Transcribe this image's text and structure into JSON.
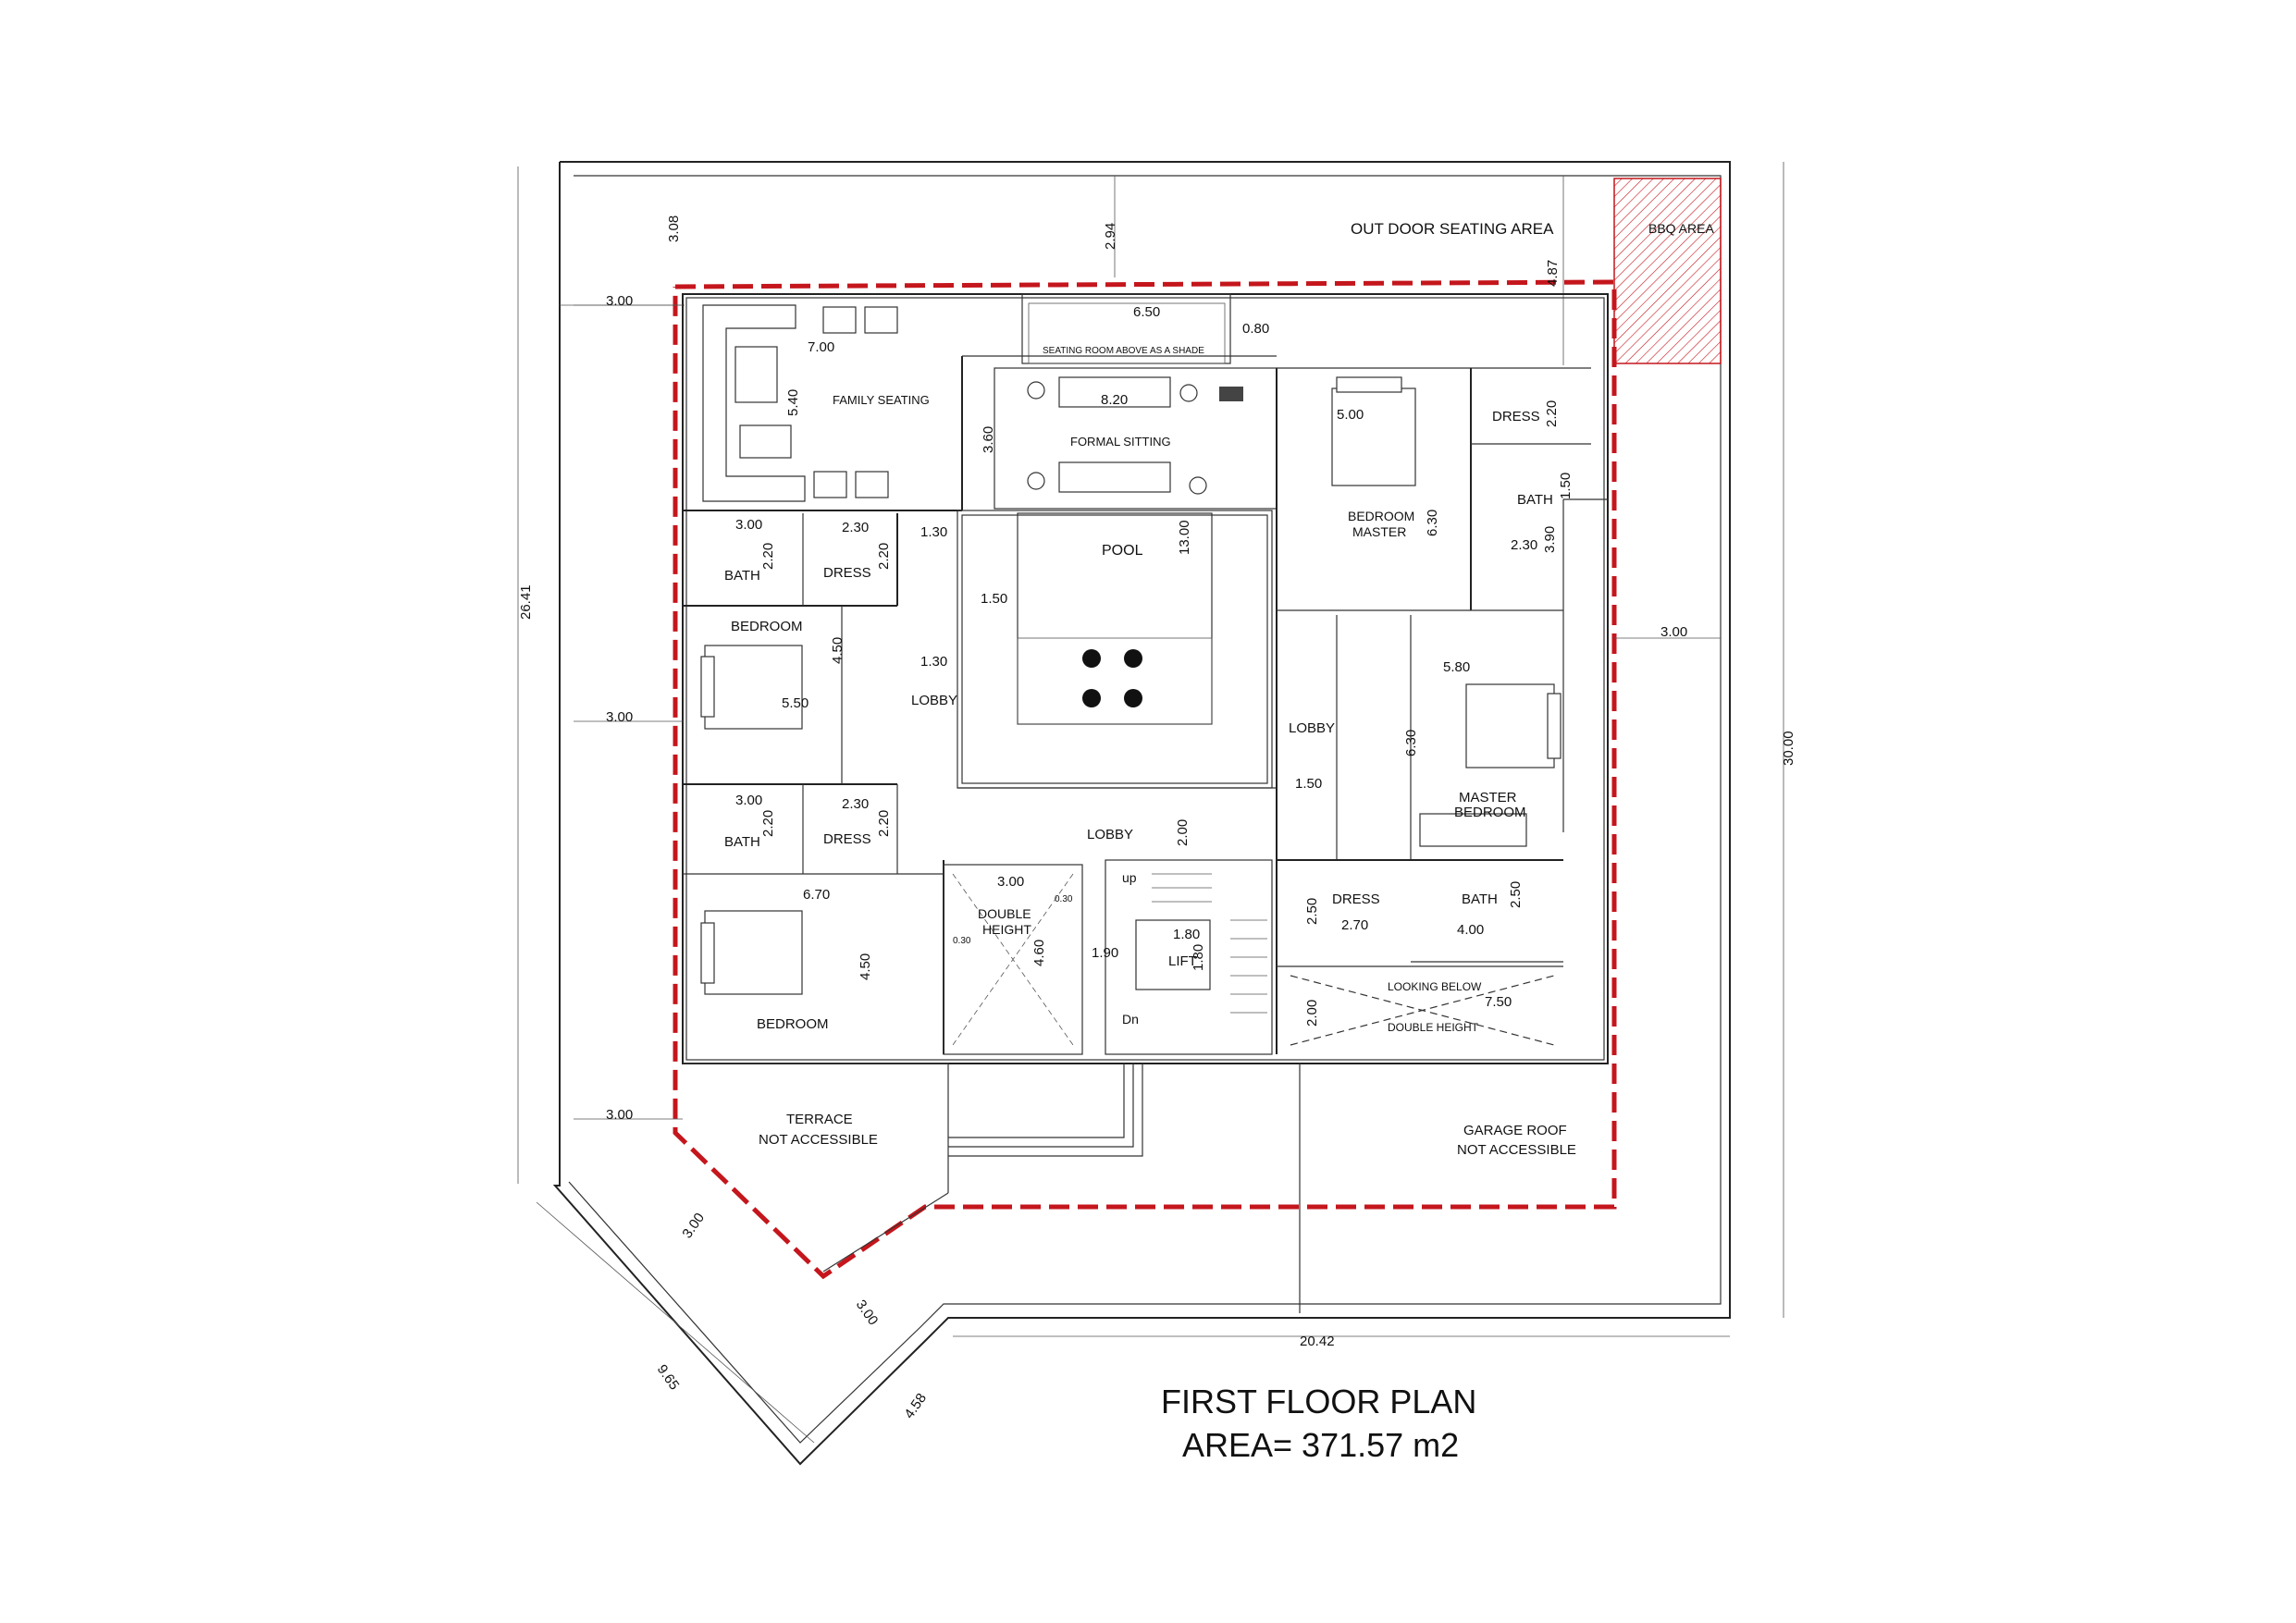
{
  "title": {
    "line1": "FIRST  FLOOR PLAN",
    "line2": "AREA= 371.57 m2"
  },
  "colors": {
    "boundary_dashed": "#c4161c",
    "bbq_hatch": "#c4161c",
    "walls": "#222222"
  },
  "rooms": {
    "outdoor_seating": "OUT DOOR SEATING AREA",
    "bbq": "BBQ AREA",
    "seating_shade": "SEATING ROOM ABOVE AS A SHADE",
    "family_seating": "FAMILY SEATING",
    "formal_sitting": "FORMAL SITTING",
    "bedroom_master_1_a": "BEDROOM",
    "bedroom_master_1_b": "MASTER",
    "dress_tr": "DRESS",
    "bath_tr": "BATH",
    "pool": "POOL",
    "bath_l1": "BATH",
    "dress_l1": "DRESS",
    "bedroom_l1": "BEDROOM",
    "lobby_left": "LOBBY",
    "lobby_right": "LOBBY",
    "master_bedroom_2_a": "MASTER",
    "master_bedroom_2_b": "BEDROOM",
    "bath_l2": "BATH",
    "dress_l2": "DRESS",
    "lobby_center": "LOBBY",
    "double_height_a": "DOUBLE",
    "double_height_b": "HEIGHT",
    "dress_br": "DRESS",
    "bath_br": "BATH",
    "lift": "LIFT",
    "up": "up",
    "dn": "Dn",
    "looking_below": "LOOKING BELOW",
    "double_height_br": "DOUBLE HEIGHT",
    "bedroom_l2": "BEDROOM",
    "terrace_a": "TERRACE",
    "terrace_b": "NOT ACCESSIBLE",
    "garage_a": "GARAGE ROOF",
    "garage_b": "NOT ACCESSIBLE"
  },
  "dimensions": {
    "d_308": "3.08",
    "d_294": "2.94",
    "d_487": "4.87",
    "d_300_top": "3.00",
    "d_650": "6.50",
    "d_080": "0.80",
    "d_700": "7.00",
    "d_540": "5.40",
    "d_820": "8.20",
    "d_360": "3.60",
    "d_500": "5.00",
    "d_220_tr": "2.20",
    "d_150_tr": "1.50",
    "d_630_tr": "6.30",
    "d_230_tr": "2.30",
    "d_390": "3.90",
    "d_2641": "26.41",
    "d_300_l1": "3.00",
    "d_230_l1": "2.30",
    "d_130_a": "1.30",
    "d_1300": "13.00",
    "d_220_l1a": "2.20",
    "d_220_l1b": "2.20",
    "d_150_pool": "1.50",
    "d_450_l1": "4.50",
    "d_130_b": "1.30",
    "d_550": "5.50",
    "d_300_mid": "3.00",
    "d_300_right": "3.00",
    "d_580": "5.80",
    "d_630_r": "6.30",
    "d_3000": "30.00",
    "d_150_r": "1.50",
    "d_300_l2": "3.00",
    "d_230_l2": "2.30",
    "d_220_l2a": "2.20",
    "d_220_l2b": "2.20",
    "d_200": "2.00",
    "d_670": "6.70",
    "d_300_dh": "3.00",
    "d_030_a": "0.30",
    "d_030_b": "0.30",
    "d_460": "4.60",
    "d_190": "1.90",
    "d_180_a": "1.80",
    "d_180_b": "1.80",
    "d_250_a": "2.50",
    "d_270": "2.70",
    "d_400": "4.00",
    "d_250_b": "2.50",
    "d_450_l2": "4.50",
    "d_200_b": "2.00",
    "d_750": "7.50",
    "d_300_bot": "3.00",
    "d_300_diag1": "3.00",
    "d_300_diag2": "3.00",
    "d_965": "9.65",
    "d_458": "4.58",
    "d_2042": "20.42"
  }
}
